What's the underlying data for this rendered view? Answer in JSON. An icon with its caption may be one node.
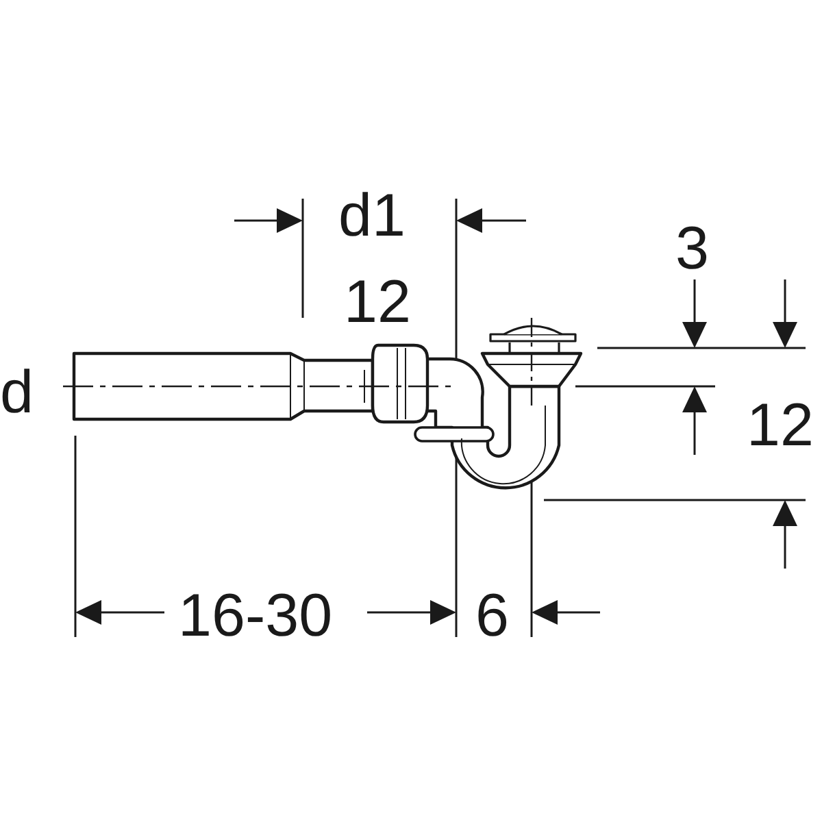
{
  "diagram": {
    "labels": [
      "d1",
      "3",
      "12",
      "d",
      "12",
      "16-30",
      "6"
    ]
  }
}
